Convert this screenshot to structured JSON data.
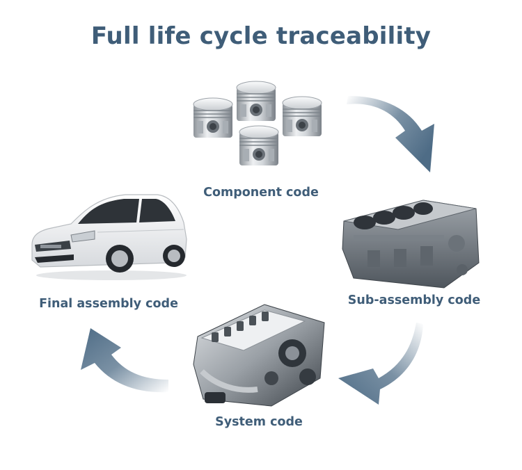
{
  "title": "Full life cycle traceability",
  "colors": {
    "text": "#3f5d78",
    "arrow": "#4e6c86",
    "metal_light": "#f1f2f3",
    "metal_mid": "#b9bdc2",
    "metal_dark": "#5f666e",
    "car_body": "#f7f8f9"
  },
  "stages": [
    {
      "id": "component",
      "label": "Component code",
      "icon": "pistons-image"
    },
    {
      "id": "sub_assembly",
      "label": "Sub-assembly code",
      "icon": "engine-block-image"
    },
    {
      "id": "system",
      "label": "System code",
      "icon": "engine-image"
    },
    {
      "id": "final_assembly",
      "label": "Final assembly code",
      "icon": "car-image"
    }
  ],
  "arrows": [
    {
      "from": "component",
      "to": "sub_assembly",
      "icon": "curved-arrow-icon"
    },
    {
      "from": "sub_assembly",
      "to": "system",
      "icon": "curved-arrow-icon"
    },
    {
      "from": "system",
      "to": "final_assembly",
      "icon": "curved-arrow-icon"
    }
  ]
}
